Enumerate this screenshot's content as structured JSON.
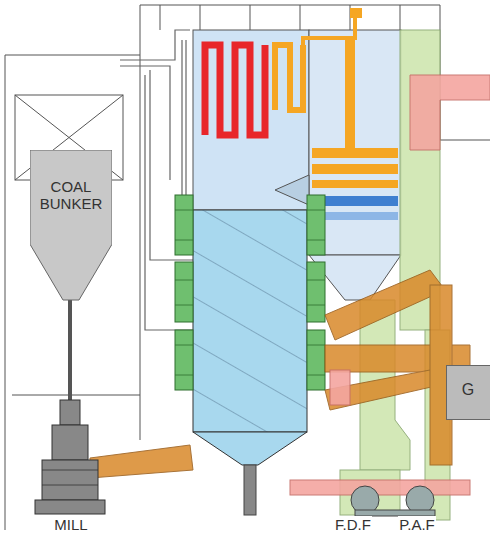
{
  "diagram": {
    "nodes": [
      {
        "text": [
          "COAL BUNKER"
        ]
      },
      {
        "text": [
          "G"
        ]
      }
    ],
    "labels": [
      "MILL",
      "F.D.F",
      "P.A.F"
    ]
  }
}
